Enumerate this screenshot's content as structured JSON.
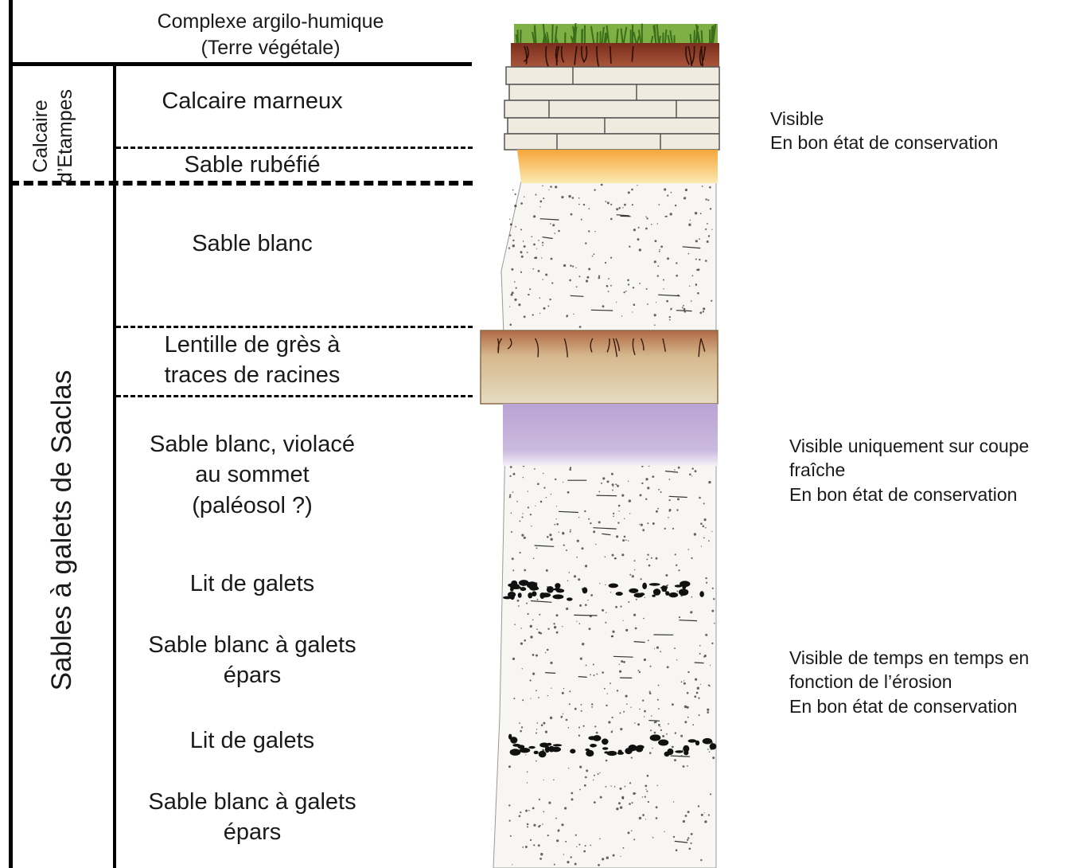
{
  "top_layer": {
    "line1": "Complexe argilo-humique",
    "line2": "(Terre végétale)"
  },
  "groups": {
    "calcaire_line1": "Calcaire",
    "calcaire_line2": "d’Etampes",
    "sables": "Sables à galets de Saclas"
  },
  "layers": [
    {
      "lines": [
        "Calcaire marneux"
      ]
    },
    {
      "lines": [
        "Sable rubéfié"
      ]
    },
    {
      "lines": [
        "Sable blanc"
      ]
    },
    {
      "lines": [
        "Lentille de grès à",
        "traces de racines"
      ]
    },
    {
      "lines": [
        "Sable blanc, violacé",
        "au sommet",
        "(paléosol ?)"
      ]
    },
    {
      "lines": [
        "Lit de galets"
      ]
    },
    {
      "lines": [
        "Sable blanc à galets",
        "épars"
      ]
    },
    {
      "lines": [
        "Lit de galets"
      ]
    },
    {
      "lines": [
        "Sable blanc à galets",
        "épars"
      ]
    }
  ],
  "notes": [
    {
      "lines": [
        "Visible",
        "En bon état de conservation"
      ]
    },
    {
      "lines": [
        "Visible uniquement sur coupe",
        "fraîche",
        "En bon état de conservation"
      ]
    },
    {
      "lines": [
        "Visible de temps en temps en",
        "fonction de l’érosion",
        "En bon état de conservation"
      ]
    }
  ],
  "colors": {
    "vegetation": "#6fa03a",
    "topsoil": "#8a3a24",
    "limestone": "#f1ece2",
    "red_sand": "#f3c25a",
    "white_sand": "#f7f6f3",
    "sandstone": "#d8c39a",
    "violet_sand": "#c7b4d9",
    "pebbles": "#111111"
  }
}
